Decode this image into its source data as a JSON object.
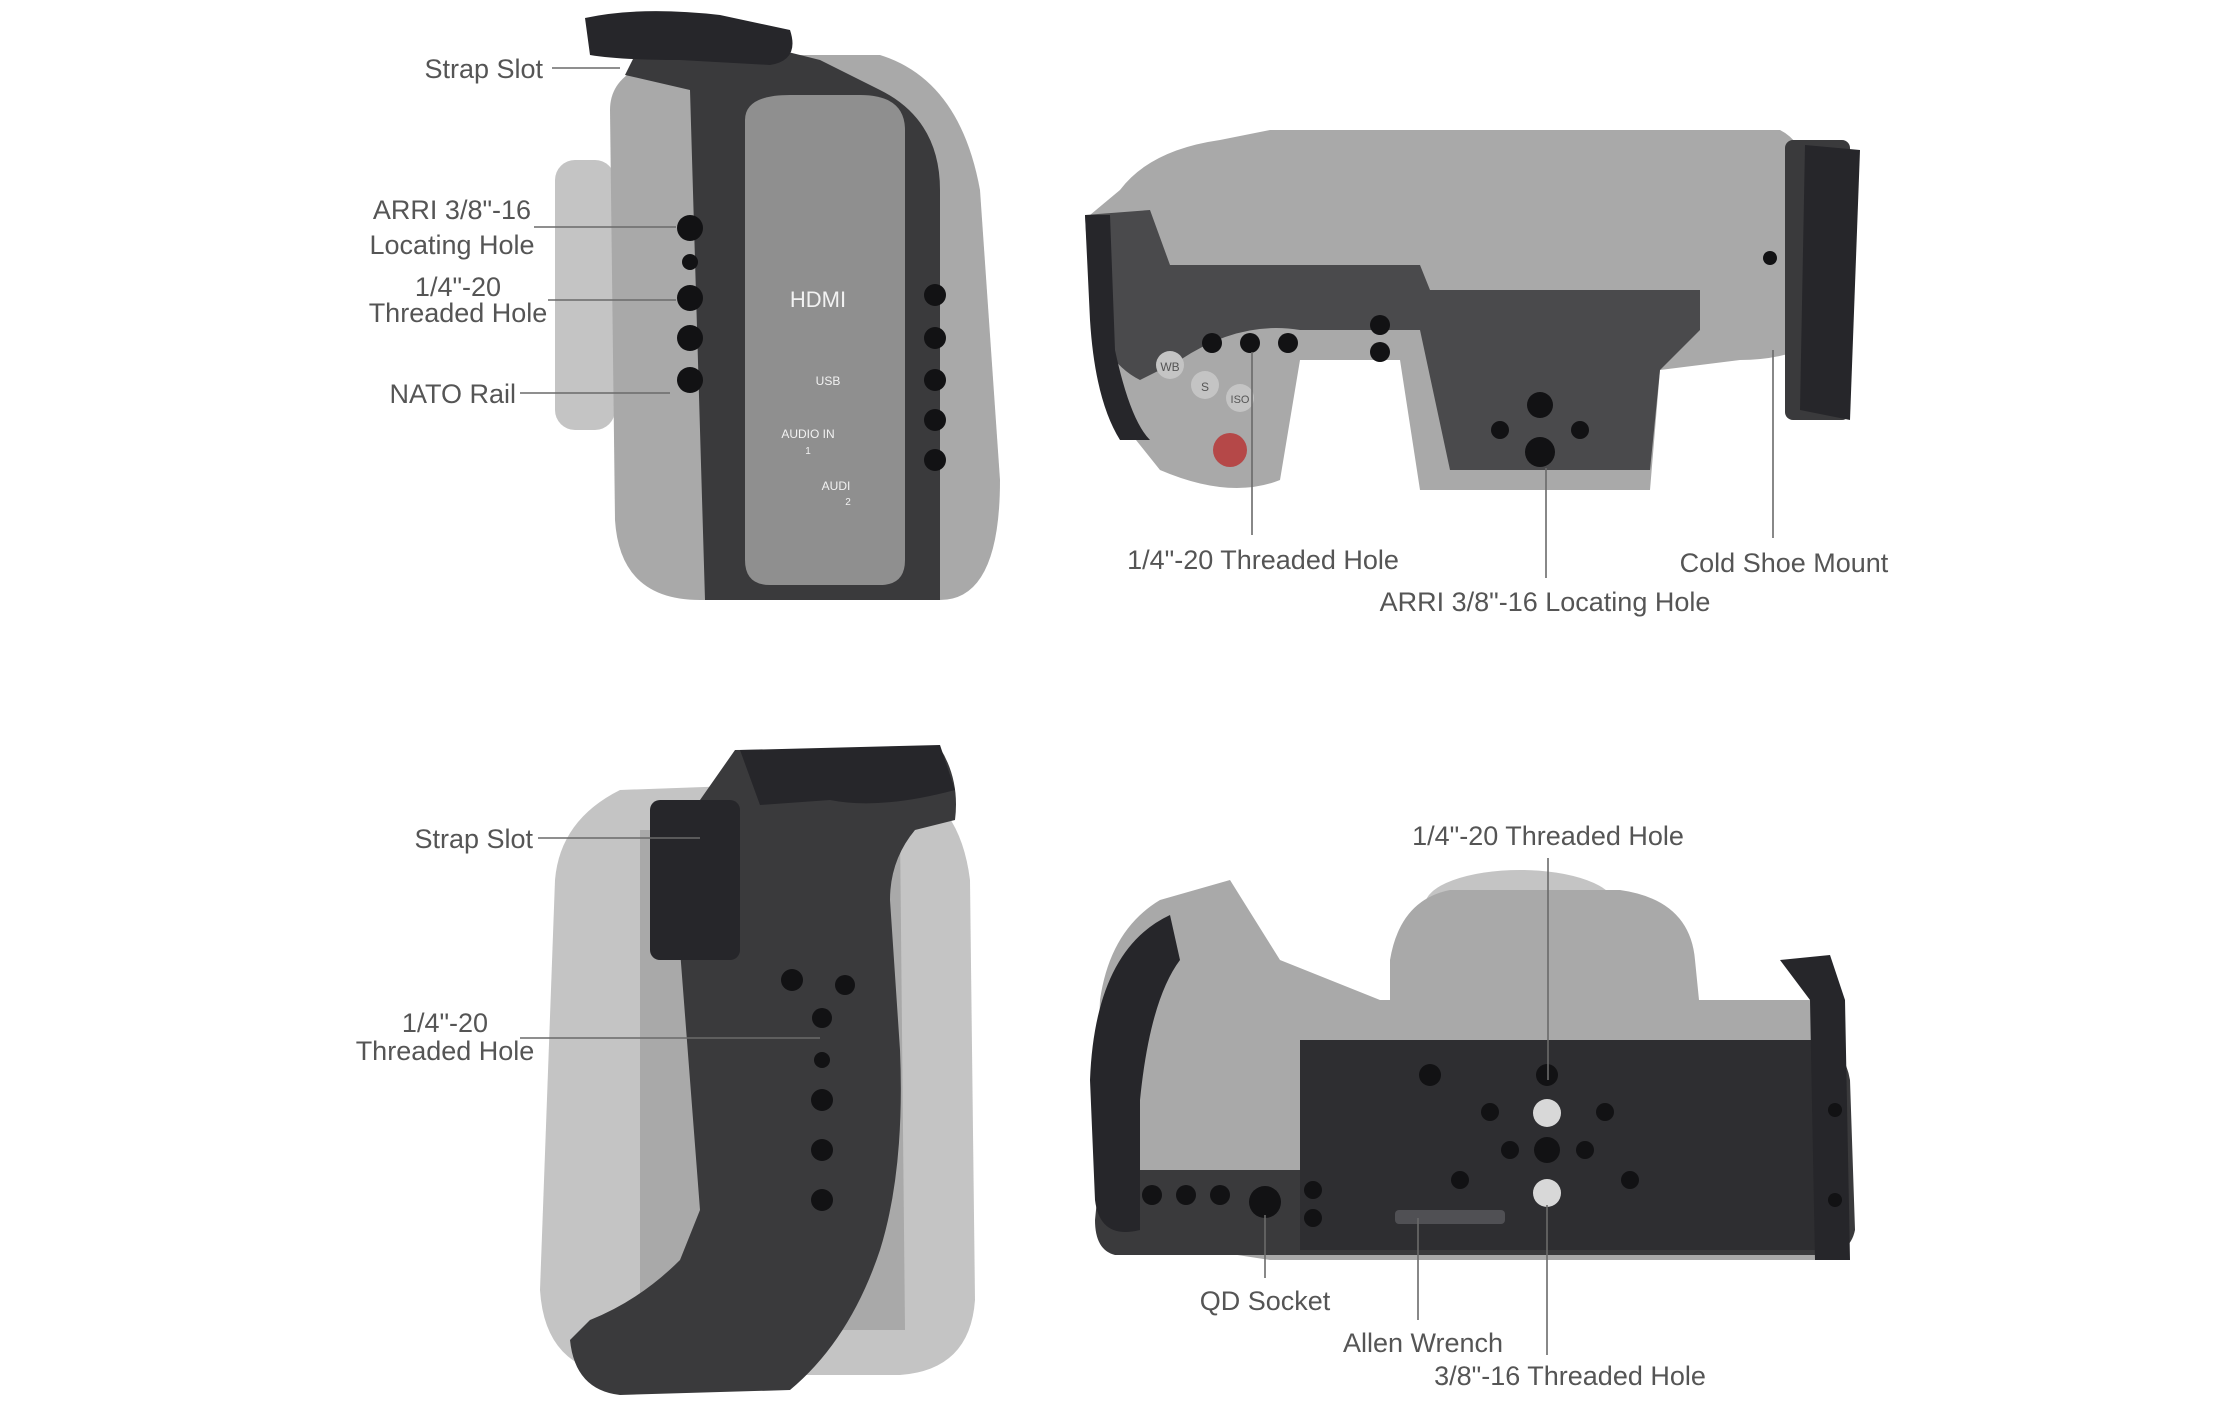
{
  "views": {
    "side_ports": {
      "labels": {
        "strap_slot": "Strap Slot",
        "arri_line1": "ARRI 3/8\"-16",
        "arri_line2": "Locating Hole",
        "thread_line1": "1/4\"-20",
        "thread_line2": "Threaded Hole",
        "nato_rail": "NATO Rail"
      },
      "panel": {
        "hdmi": "HDMI",
        "usb": "USB",
        "audio_in": "AUDIO IN",
        "audio_in_num": "1",
        "audio2": "AUDI",
        "audio2_num": "2"
      }
    },
    "top": {
      "labels": {
        "threaded_hole": "1/4\"-20 Threaded Hole",
        "arri_hole": "ARRI 3/8\"-16 Locating Hole",
        "cold_shoe": "Cold Shoe Mount"
      },
      "buttons": {
        "wb": "WB",
        "s": "S",
        "iso": "ISO"
      }
    },
    "grip": {
      "labels": {
        "strap_slot": "Strap Slot",
        "thread_line1": "1/4\"-20",
        "thread_line2": "Threaded Hole"
      }
    },
    "bottom": {
      "labels": {
        "threaded_hole": "1/4\"-20 Threaded Hole",
        "qd_socket": "QD Socket",
        "allen_wrench": "Allen Wrench",
        "three_eight_hole": "3/8\"-16 Threaded Hole"
      }
    }
  }
}
